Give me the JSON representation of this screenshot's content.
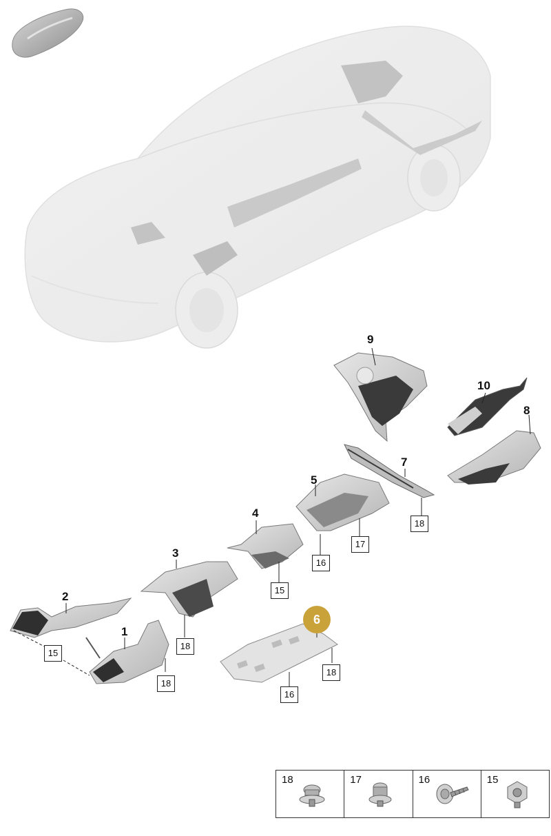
{
  "callouts": {
    "p1": "1",
    "p2": "2",
    "p3": "3",
    "p4": "4",
    "p5": "5",
    "p6": "6",
    "p7": "7",
    "p8": "8",
    "p9": "9",
    "p10": "10"
  },
  "fastener_refs": {
    "r15a": "15",
    "r18a": "18",
    "r18b": "18",
    "r15b": "15",
    "r16a": "16",
    "r17a": "17",
    "r18c": "18",
    "r16b": "16",
    "r18d": "18"
  },
  "legend": [
    {
      "num": "18",
      "icon": "washer-nut-icon"
    },
    {
      "num": "17",
      "icon": "flange-nut-icon"
    },
    {
      "num": "16",
      "icon": "washer-screw-icon"
    },
    {
      "num": "15",
      "icon": "hex-nut-icon"
    }
  ],
  "colors": {
    "highlight": "#c9a23a",
    "part_fill": "#d6d6d6",
    "part_dark": "#3a3a3a",
    "ghost_car": "#eeeeee"
  }
}
